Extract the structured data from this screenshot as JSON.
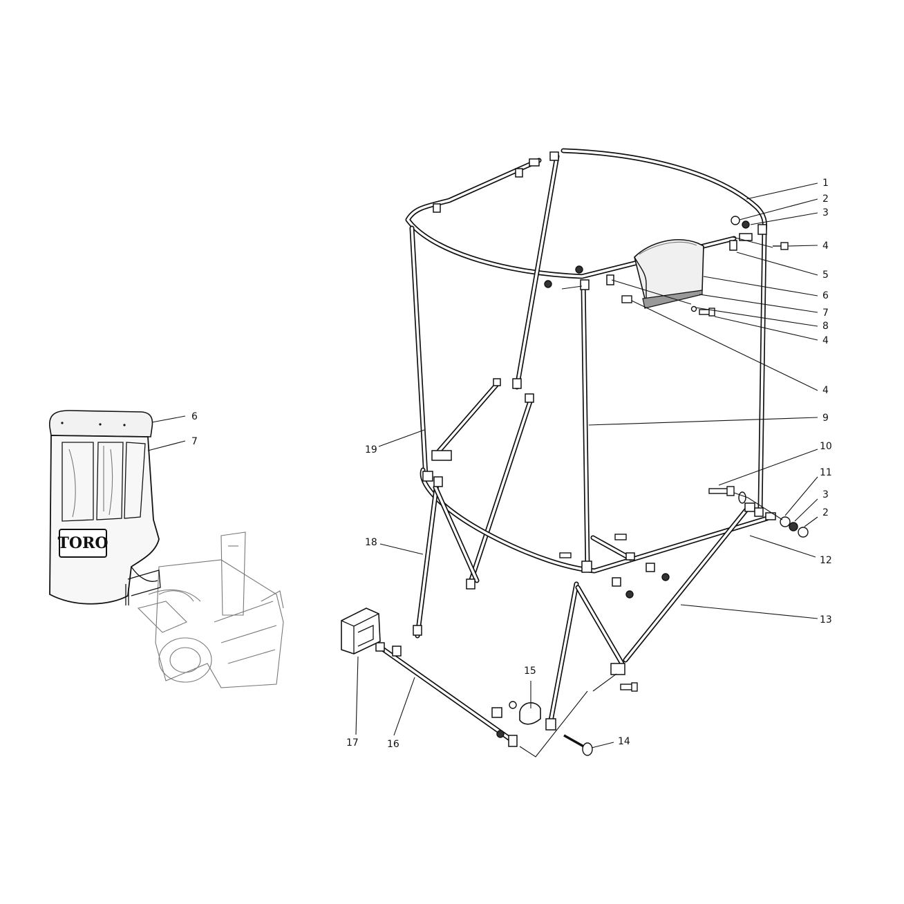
{
  "logo_text": "TORO",
  "inset_callouts": [
    {
      "num": "6"
    },
    {
      "num": "7"
    }
  ],
  "callouts": [
    {
      "num": "1"
    },
    {
      "num": "2"
    },
    {
      "num": "3"
    },
    {
      "num": "4"
    },
    {
      "num": "5"
    },
    {
      "num": "6"
    },
    {
      "num": "7"
    },
    {
      "num": "8"
    },
    {
      "num": "4"
    },
    {
      "num": "4"
    },
    {
      "num": "9"
    },
    {
      "num": "10"
    },
    {
      "num": "11"
    },
    {
      "num": "3"
    },
    {
      "num": "2"
    },
    {
      "num": "12"
    },
    {
      "num": "13"
    },
    {
      "num": "14"
    },
    {
      "num": "15"
    },
    {
      "num": "16"
    },
    {
      "num": "17"
    },
    {
      "num": "18"
    },
    {
      "num": "19"
    }
  ]
}
